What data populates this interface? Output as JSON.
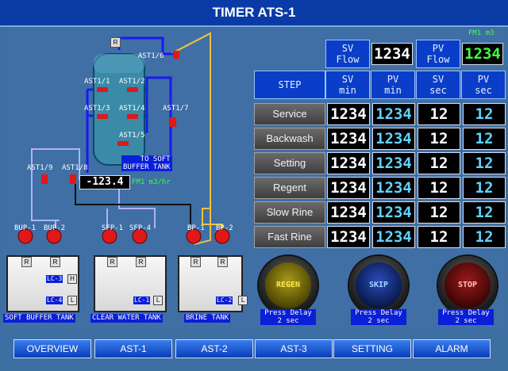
{
  "title": "TIMER ATS-1",
  "fm_label": "FM1 m3",
  "sv_flow_label": "SV\nFlow",
  "sv_flow_value": "1234",
  "pv_flow_label": "PV\nFlow",
  "pv_flow_value": "1234",
  "headers": {
    "step": "STEP",
    "sv_min": "SV\nmin",
    "pv_min": "PV\nmin",
    "sv_sec": "SV\nsec",
    "pv_sec": "PV\nsec"
  },
  "steps": [
    {
      "name": "Service",
      "sv_min": "1234",
      "pv_min": "1234",
      "sv_sec": "12",
      "pv_sec": "12"
    },
    {
      "name": "Backwash",
      "sv_min": "1234",
      "pv_min": "1234",
      "sv_sec": "12",
      "pv_sec": "12"
    },
    {
      "name": "Setting",
      "sv_min": "1234",
      "pv_min": "1234",
      "sv_sec": "12",
      "pv_sec": "12"
    },
    {
      "name": "Regent",
      "sv_min": "1234",
      "pv_min": "1234",
      "sv_sec": "12",
      "pv_sec": "12"
    },
    {
      "name": "Slow Rine",
      "sv_min": "1234",
      "pv_min": "1234",
      "sv_sec": "12",
      "pv_sec": "12"
    },
    {
      "name": "Fast Rine",
      "sv_min": "1234",
      "pv_min": "1234",
      "sv_sec": "12",
      "pv_sec": "12"
    }
  ],
  "valves": {
    "ast1_1": "AST1/1",
    "ast1_2": "AST1/2",
    "ast1_3": "AST1/3",
    "ast1_4": "AST1/4",
    "ast1_5": "AST1/5",
    "ast1_6": "AST1/6",
    "ast1_7": "AST1/7",
    "ast1_8": "AST1/8",
    "ast1_9": "AST1/9"
  },
  "to_soft_tank": "TO SOFT\nBUFFER TANK",
  "flow_meter_value": "-123.4",
  "flow_meter_unit": "FM1 m3/hr",
  "pumps": {
    "bup1": "BUP-1",
    "bup2": "BUP-2",
    "sfp1": "SFP-1",
    "sfp4": "SFP-4",
    "bp1": "BP-1",
    "bp2": "BP-2"
  },
  "r_label": "R",
  "h_label": "H",
  "l_label": "L",
  "tanks": {
    "soft": {
      "name": "SOFT BUFFER TANK",
      "lc_high": "LC-3",
      "lc_low": "LC-4"
    },
    "clear": {
      "name": "CLEAR WATER TANK",
      "lc_low": "LC-1"
    },
    "brine": {
      "name": "BRINE TANK",
      "lc_low": "LC-2"
    }
  },
  "knobs": {
    "regen": "REGEN",
    "skip": "SKIP",
    "stop": "STOP",
    "delay_line1": "Press Delay",
    "delay_line2": "2 sec"
  },
  "nav": [
    "OVERVIEW",
    "AST-1",
    "AST-2",
    "AST-3",
    "SETTING",
    "ALARM"
  ],
  "colors": {
    "title_bg": "#0a3aa6",
    "panel_bg": "#3f6fa4",
    "regen": "#8a7a00",
    "skip": "#0a2a8a",
    "stop": "#6a0a0a"
  }
}
